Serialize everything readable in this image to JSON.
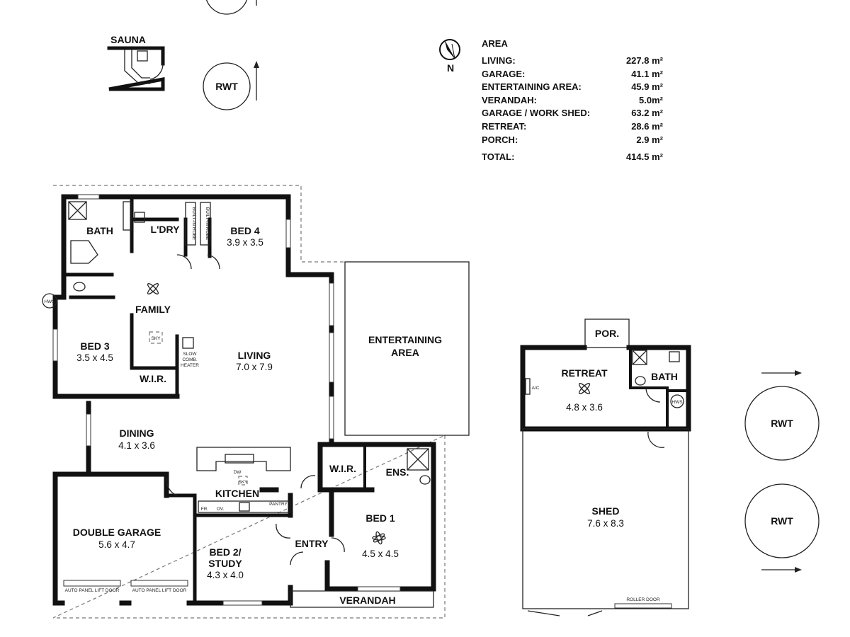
{
  "compass": {
    "label": "N"
  },
  "area_table": {
    "title": "AREA",
    "rows": [
      {
        "label": "LIVING:",
        "value": "227.8 m²"
      },
      {
        "label": "GARAGE:",
        "value": "41.1 m²"
      },
      {
        "label": "ENTERTAINING AREA:",
        "value": "45.9 m²"
      },
      {
        "label": "VERANDAH:",
        "value": "5.0m²"
      },
      {
        "label": "GARAGE / WORK SHED:",
        "value": "63.2 m²"
      },
      {
        "label": "RETREAT:",
        "value": "28.6 m²"
      },
      {
        "label": "PORCH:",
        "value": "2.9 m²"
      }
    ],
    "total": {
      "label": "TOTAL:",
      "value": "414.5 m²"
    }
  },
  "outbuildings": {
    "sauna": "SAUNA",
    "rwt": "RWT"
  },
  "house": {
    "bath": "BATH",
    "laundry": "L'DRY",
    "built_in_robe": "BUILT-IN ROBE",
    "bed4": {
      "name": "BED 4",
      "dim": "3.9 x 3.5"
    },
    "family": "FAMILY",
    "sky": "SKY",
    "hws": "HWS",
    "bed3": {
      "name": "BED 3",
      "dim": "3.5 x 4.5"
    },
    "wir": "W.I.R.",
    "heater": [
      "SLOW",
      "COMB.",
      "HEATER"
    ],
    "living": {
      "name": "LIVING",
      "dim": "7.0 x 7.9"
    },
    "entertaining": [
      "ENTERTAINING",
      "AREA"
    ],
    "dining": {
      "name": "DINING",
      "dim": "4.1 x 3.6"
    },
    "kitchen": "KITCHEN",
    "dw": "DW",
    "fr": "FR.",
    "ov": "OV.",
    "pantry": "PANTRY",
    "garage": {
      "name": "DOUBLE GARAGE",
      "dim": "5.6 x 4.7",
      "door": "AUTO PANEL LIFT DOOR"
    },
    "bed2": {
      "name1": "BED 2/",
      "name2": "STUDY",
      "dim": "4.3 x 4.0"
    },
    "entry": "ENTRY",
    "ens": "ENS.",
    "bed1": {
      "name": "BED 1",
      "dim": "4.5 x 4.5"
    },
    "verandah": "VERANDAH"
  },
  "shed_building": {
    "porch": "POR.",
    "retreat": {
      "name": "RETREAT",
      "dim": "4.8 x 3.6"
    },
    "ac": "A/C",
    "bath": "BATH",
    "hws": "HWS",
    "shed": {
      "name": "SHED",
      "dim": "7.6 x 8.3"
    },
    "roller_door": "ROLLER DOOR"
  }
}
